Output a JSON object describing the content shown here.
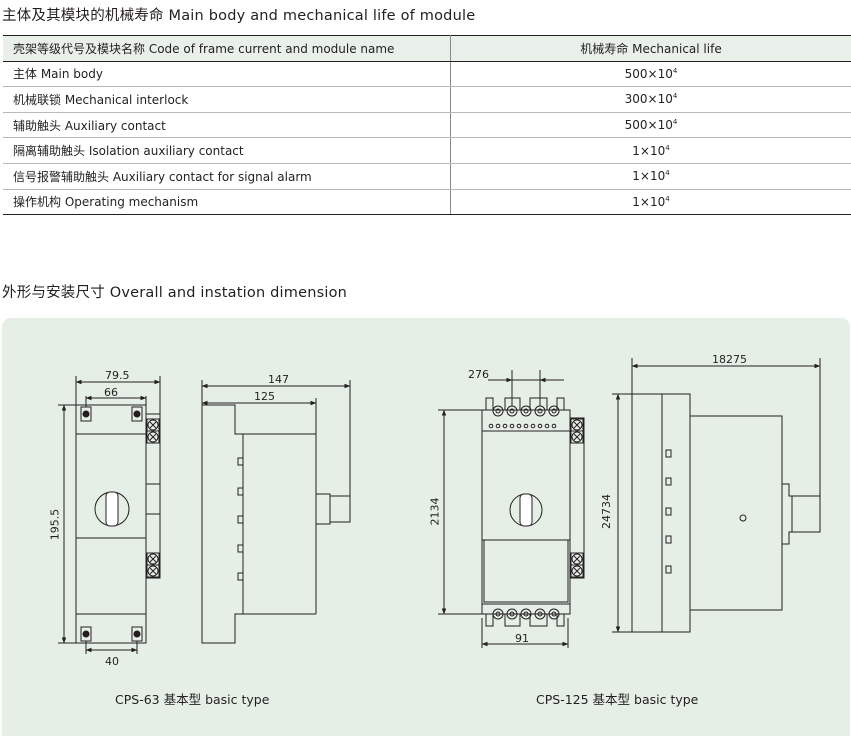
{
  "section1_title": "主体及其模块的机械寿命 Main body and mechanical life of module",
  "table": {
    "headers": [
      "壳架等级代号及模块名称 Code of frame current and module name",
      "机械寿命  Mechanical life"
    ],
    "rows": [
      {
        "name": "主体    Main body",
        "base": "500×10",
        "exp": "4"
      },
      {
        "name": "机械联锁 Mechanical interlock",
        "base": "300×10",
        "exp": "4"
      },
      {
        "name": "辅助触头 Auxiliary contact",
        "base": "500×10",
        "exp": "4"
      },
      {
        "name": "隔离辅助触头 Isolation auxiliary contact",
        "base": "1×10",
        "exp": "4"
      },
      {
        "name": "信号报警辅助触头 Auxiliary contact for signal alarm",
        "base": "1×10",
        "exp": "4"
      },
      {
        "name": "操作机构 Operating mechanism",
        "base": "1×10",
        "exp": "4"
      }
    ]
  },
  "section2_title": "外形与安装尺寸 Overall and instation dimension",
  "diagram": {
    "cps63": {
      "caption": "CPS-63 基本型 basic type",
      "dims": {
        "width_outer": "79.5",
        "width_inner": "66",
        "height": "195.5",
        "bottom": "40",
        "depth_outer": "147",
        "depth_inner": "125"
      }
    },
    "cps125": {
      "caption": "CPS-125 基本型 basic type",
      "dims": {
        "top": "276",
        "height_outer": "24734",
        "height_inner": "2134",
        "bottom": "91",
        "depth": "18275"
      }
    }
  },
  "colors": {
    "panel_bg": "#e6efe6",
    "header_bg": "#e9f0e9",
    "line": "#231f20"
  }
}
